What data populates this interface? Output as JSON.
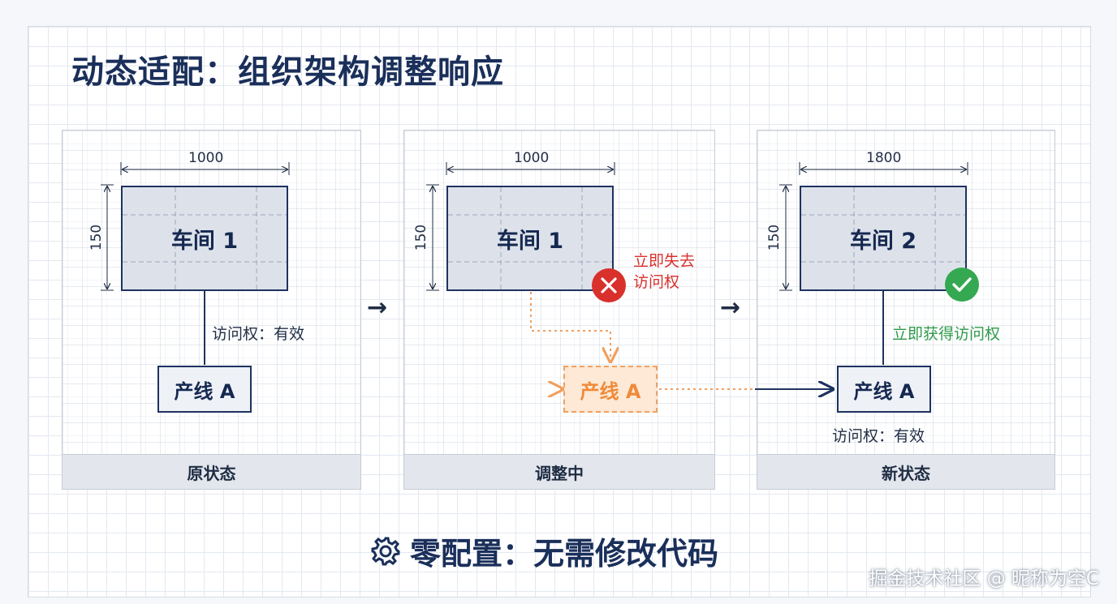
{
  "title": "动态适配：组织架构调整响应",
  "panels": [
    {
      "footer": "原状态",
      "workshop": "车间 1",
      "width_label": "1000",
      "height_label": "150",
      "line": "产线 A",
      "access_note": "访问权：有效"
    },
    {
      "footer": "调整中",
      "workshop": "车间 1",
      "width_label": "1000",
      "height_label": "150",
      "line": "产线 A",
      "access_note": "立即失去\n访问权"
    },
    {
      "footer": "新状态",
      "workshop": "车间 2",
      "width_label": "1800",
      "height_label": "150",
      "line": "产线 A",
      "access_note": "立即获得访问权",
      "line_note": "访问权：有效"
    }
  ],
  "transition_arrow": "→",
  "bottom_title": "零配置：无需修改代码",
  "watermark": "掘金技术社区 @ 昵称为空C",
  "colors": {
    "navy": "#1f3260",
    "error": "#d9302c",
    "success": "#2f9a4a",
    "pending": "#ef8a3a"
  },
  "icons": [
    "x-circle-icon",
    "check-circle-icon",
    "gear-icon"
  ]
}
